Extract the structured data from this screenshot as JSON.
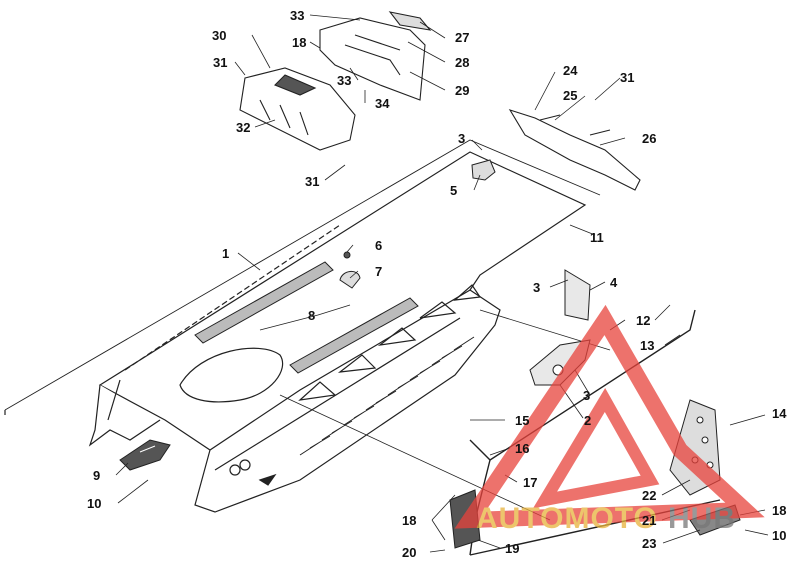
{
  "diagram": {
    "callouts": [
      {
        "id": "c1",
        "label": "1"
      },
      {
        "id": "c2",
        "label": "2"
      },
      {
        "id": "c3a",
        "label": "3"
      },
      {
        "id": "c3b",
        "label": "3"
      },
      {
        "id": "c3c",
        "label": "3"
      },
      {
        "id": "c4",
        "label": "4"
      },
      {
        "id": "c5",
        "label": "5"
      },
      {
        "id": "c6",
        "label": "6"
      },
      {
        "id": "c7",
        "label": "7"
      },
      {
        "id": "c8",
        "label": "8"
      },
      {
        "id": "c9",
        "label": "9"
      },
      {
        "id": "c10a",
        "label": "10"
      },
      {
        "id": "c10b",
        "label": "10"
      },
      {
        "id": "c11",
        "label": "11"
      },
      {
        "id": "c12",
        "label": "12"
      },
      {
        "id": "c13",
        "label": "13"
      },
      {
        "id": "c14",
        "label": "14"
      },
      {
        "id": "c15",
        "label": "15"
      },
      {
        "id": "c16",
        "label": "16"
      },
      {
        "id": "c17",
        "label": "17"
      },
      {
        "id": "c18a",
        "label": "18"
      },
      {
        "id": "c18b",
        "label": "18"
      },
      {
        "id": "c18c",
        "label": "18"
      },
      {
        "id": "c19",
        "label": "19"
      },
      {
        "id": "c20",
        "label": "20"
      },
      {
        "id": "c21",
        "label": "21"
      },
      {
        "id": "c22",
        "label": "22"
      },
      {
        "id": "c23",
        "label": "23"
      },
      {
        "id": "c24",
        "label": "24"
      },
      {
        "id": "c25",
        "label": "25"
      },
      {
        "id": "c26",
        "label": "26"
      },
      {
        "id": "c27",
        "label": "27"
      },
      {
        "id": "c28",
        "label": "28"
      },
      {
        "id": "c29",
        "label": "29"
      },
      {
        "id": "c30",
        "label": "30"
      },
      {
        "id": "c31a",
        "label": "31"
      },
      {
        "id": "c31b",
        "label": "31"
      },
      {
        "id": "c31c",
        "label": "31"
      },
      {
        "id": "c32",
        "label": "32"
      },
      {
        "id": "c33a",
        "label": "33"
      },
      {
        "id": "c33b",
        "label": "33"
      },
      {
        "id": "c34",
        "label": "34"
      }
    ],
    "watermark": {
      "text_part1": "AUTOMOTO",
      "text_part2": "HUB",
      "color_primary": "#e8433c",
      "color_secondary": "#e8b23c"
    },
    "line_color": "#222222"
  }
}
